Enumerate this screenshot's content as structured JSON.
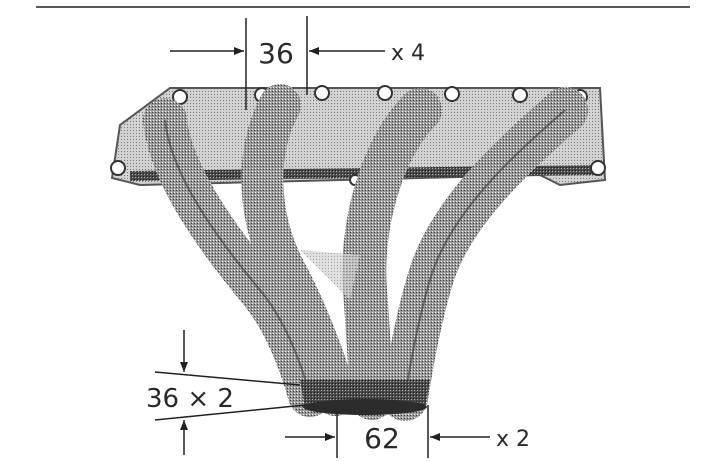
{
  "annotations": {
    "top_pipe_diameter": "36",
    "top_multiplier": "x 4",
    "bottom_pipe_spec": "36 × 2",
    "collector_diameter": "62",
    "bottom_multiplier": "x 2"
  },
  "colors": {
    "paper": "#ffffff",
    "ink": "#2a2a2a",
    "metal_dark": "#5a5a5a",
    "metal_mid": "#8c8c8c",
    "metal_light": "#c8c8c8"
  }
}
